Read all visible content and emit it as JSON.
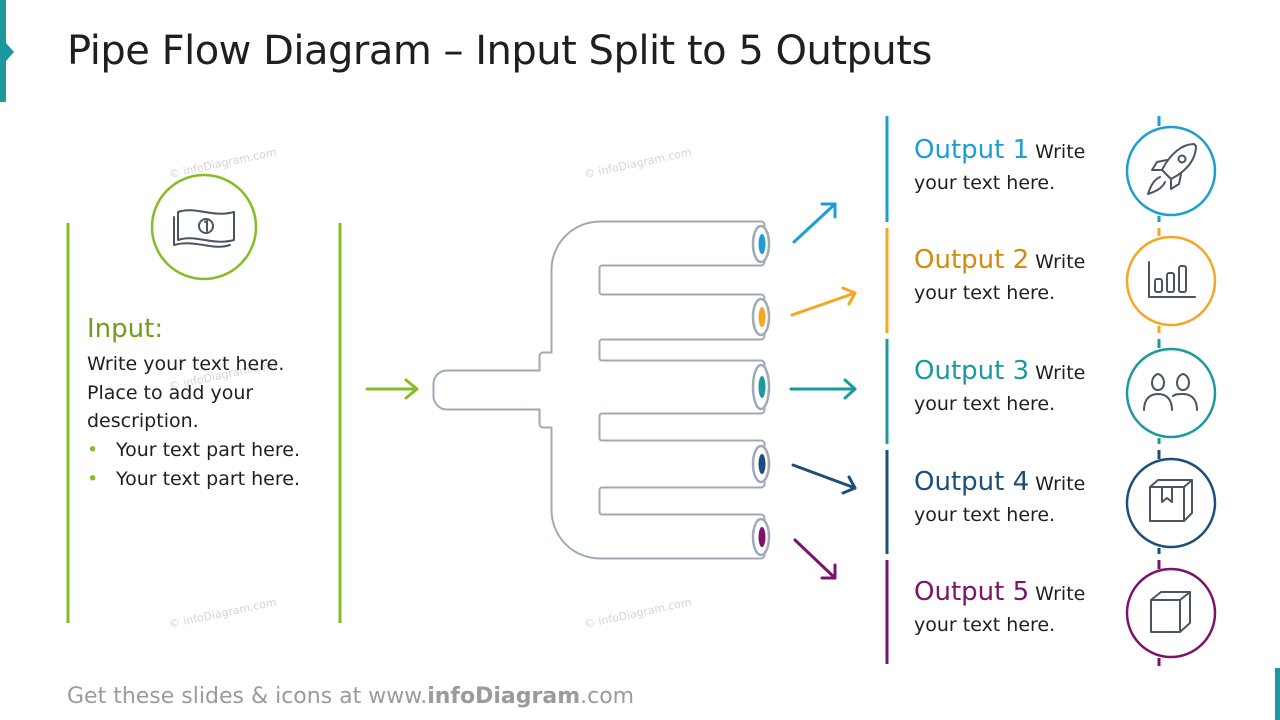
{
  "title": "Pipe Flow Diagram – Input Split to 5 Outputs",
  "watermark": "© infoDiagram.com",
  "input": {
    "heading": "Input:",
    "description": "Write your text here. Place to add your description.",
    "bullets": [
      "Your text part here.",
      "Your text part here."
    ],
    "icon": "banknote-icon",
    "color": "#86bc25"
  },
  "outputs": [
    {
      "name": "Output 1",
      "text_first": "Write",
      "text_rest": "your text here.",
      "color": "#1c9dd3",
      "icon": "rocket-icon"
    },
    {
      "name": "Output 2",
      "text_first": "Write",
      "text_rest": "your text here.",
      "color": "#f5a623",
      "icon": "bar-chart-icon"
    },
    {
      "name": "Output 3",
      "text_first": "Write",
      "text_rest": "your text here.",
      "color": "#1a9a9e",
      "icon": "people-icon"
    },
    {
      "name": "Output 4",
      "text_first": "Write",
      "text_rest": "your text here.",
      "color": "#1b4f7a",
      "icon": "package-icon"
    },
    {
      "name": "Output 5",
      "text_first": "Write",
      "text_rest": "your text here.",
      "color": "#7b1469",
      "icon": "cube-icon"
    }
  ],
  "pipe_color": "#9eaab5",
  "footer": {
    "prefix": "Get these slides & icons at www.",
    "brand": "infoDiagram",
    "suffix": ".com"
  }
}
